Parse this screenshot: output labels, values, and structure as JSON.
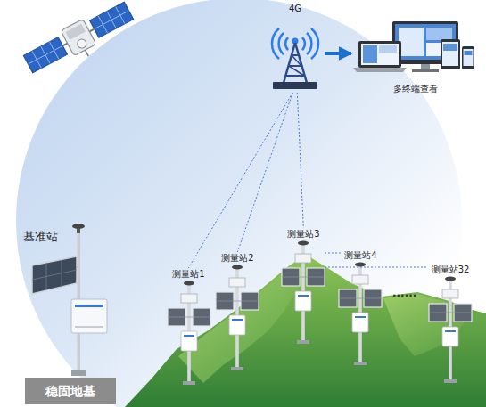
{
  "diagram": {
    "nodes": [
      {
        "text": [
          "4G"
        ]
      },
      {
        "text": [
          "多终端查看"
        ]
      },
      {
        "text": [
          "基准站"
        ]
      },
      {
        "text": [
          "测量站1"
        ]
      },
      {
        "text": [
          "测量站2"
        ]
      },
      {
        "text": [
          "测量站3"
        ]
      },
      {
        "text": [
          "测量站4"
        ]
      },
      {
        "text": [
          "测量站32"
        ]
      },
      {
        "text": [
          "稳固地基"
        ]
      }
    ],
    "edges": [
      {
        "from": 0,
        "to": 1,
        "arrow": "to"
      },
      {
        "from": 0,
        "to": 3,
        "arrow": "none"
      },
      {
        "from": 0,
        "to": 4,
        "arrow": "none"
      },
      {
        "from": 0,
        "to": 5,
        "arrow": "none"
      },
      {
        "from": 0,
        "to": 6,
        "arrow": "none"
      },
      {
        "from": 0,
        "to": 7,
        "arrow": "none"
      }
    ],
    "labels": [
      "......"
    ]
  }
}
